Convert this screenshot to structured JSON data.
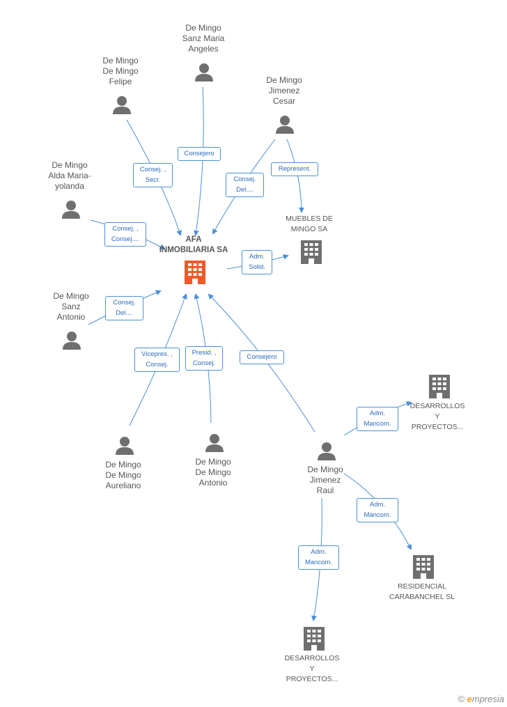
{
  "colors": {
    "edge": "#4a90d9",
    "person": "#6f6f6f",
    "company": "#6f6f6f",
    "main_company": "#f05a28"
  },
  "main": {
    "name": "AFA\nINMOBILIARIA SA"
  },
  "persons": [
    {
      "id": "p1",
      "name": "De Mingo\nSanz Maria\nAngeles"
    },
    {
      "id": "p2",
      "name": "De Mingo\nDe Mingo\nFelipe"
    },
    {
      "id": "p3",
      "name": "De Mingo\nJimenez\nCesar"
    },
    {
      "id": "p4",
      "name": "De Mingo\nAlda Maria-\nyolanda"
    },
    {
      "id": "p5",
      "name": "De Mingo\nSanz\nAntonio"
    },
    {
      "id": "p6",
      "name": "De Mingo\nDe Mingo\nAureliano"
    },
    {
      "id": "p7",
      "name": "De Mingo\nDe Mingo\nAntonio"
    },
    {
      "id": "p8",
      "name": "De Mingo\nJimenez\nRaul"
    }
  ],
  "companies": [
    {
      "id": "c1",
      "name": "MUEBLES DE\nMINGO SA"
    },
    {
      "id": "c2",
      "name": "DESARROLLOS\nY\nPROYECTOS..."
    },
    {
      "id": "c3",
      "name": "RESIDENCIAL\nCARABANCHEL SL"
    },
    {
      "id": "c4",
      "name": "DESARROLLOS\nY\nPROYECTOS..."
    }
  ],
  "edges": [
    {
      "id": "e1",
      "label": "Consejero"
    },
    {
      "id": "e2",
      "label": "Consej. ,\nSecr."
    },
    {
      "id": "e3",
      "label": "Consej.\nDel...."
    },
    {
      "id": "e4",
      "label": "Represent."
    },
    {
      "id": "e5",
      "label": "Consej. ,\nConsej...."
    },
    {
      "id": "e6",
      "label": "Adm.\nSolid."
    },
    {
      "id": "e7",
      "label": "Consej.\nDel...."
    },
    {
      "id": "e8",
      "label": "Vicepres. ,\nConsej."
    },
    {
      "id": "e9",
      "label": "Presid. ,\nConsej."
    },
    {
      "id": "e10",
      "label": "Consejero"
    },
    {
      "id": "e11",
      "label": "Adm.\nMancom."
    },
    {
      "id": "e12",
      "label": "Adm.\nMancom."
    },
    {
      "id": "e13",
      "label": "Adm.\nMancom."
    }
  ],
  "footer": {
    "copyright": "©",
    "brand_initial": "e",
    "brand_rest": "mpresia"
  }
}
